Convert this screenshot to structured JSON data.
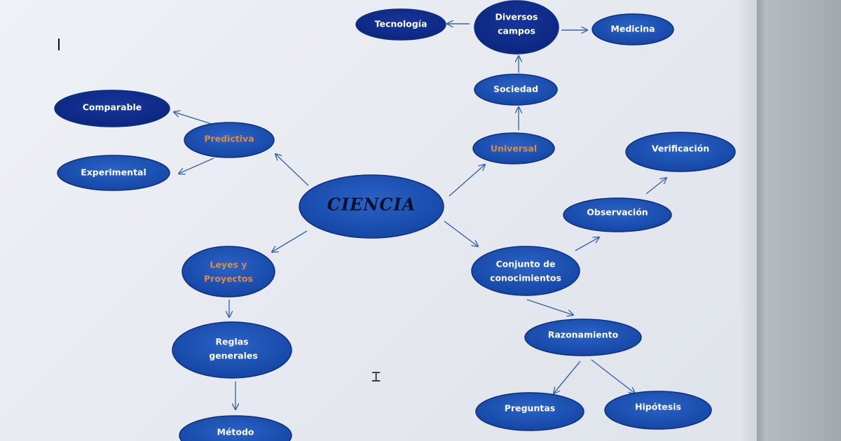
{
  "diagram": {
    "center": "CIENCIA",
    "nodes": {
      "tecnologia": "Tecnología",
      "diversos_campos": [
        "Diversos",
        "campos"
      ],
      "medicina": "Medicina",
      "sociedad": "Sociedad",
      "universal": "Universal",
      "comparable": "Comparable",
      "predictiva": "Predictiva",
      "experimental": "Experimental",
      "verificacion": "Verificación",
      "observacion": "Observación",
      "conjunto": [
        "Conjunto de",
        "conocimientos"
      ],
      "leyes": [
        "Leyes y",
        "Proyectos"
      ],
      "reglas": [
        "Reglas",
        "generales"
      ],
      "razonamiento": "Razonamiento",
      "metodo": "Método",
      "preguntas": "Preguntas",
      "hipotesis": "Hipótesis"
    }
  },
  "colors": {
    "node_fill": "#1a4fb0",
    "node_fill_dark": "#0f2e8a",
    "connector": "#3a66a6",
    "orange_text": "#e0884a"
  }
}
